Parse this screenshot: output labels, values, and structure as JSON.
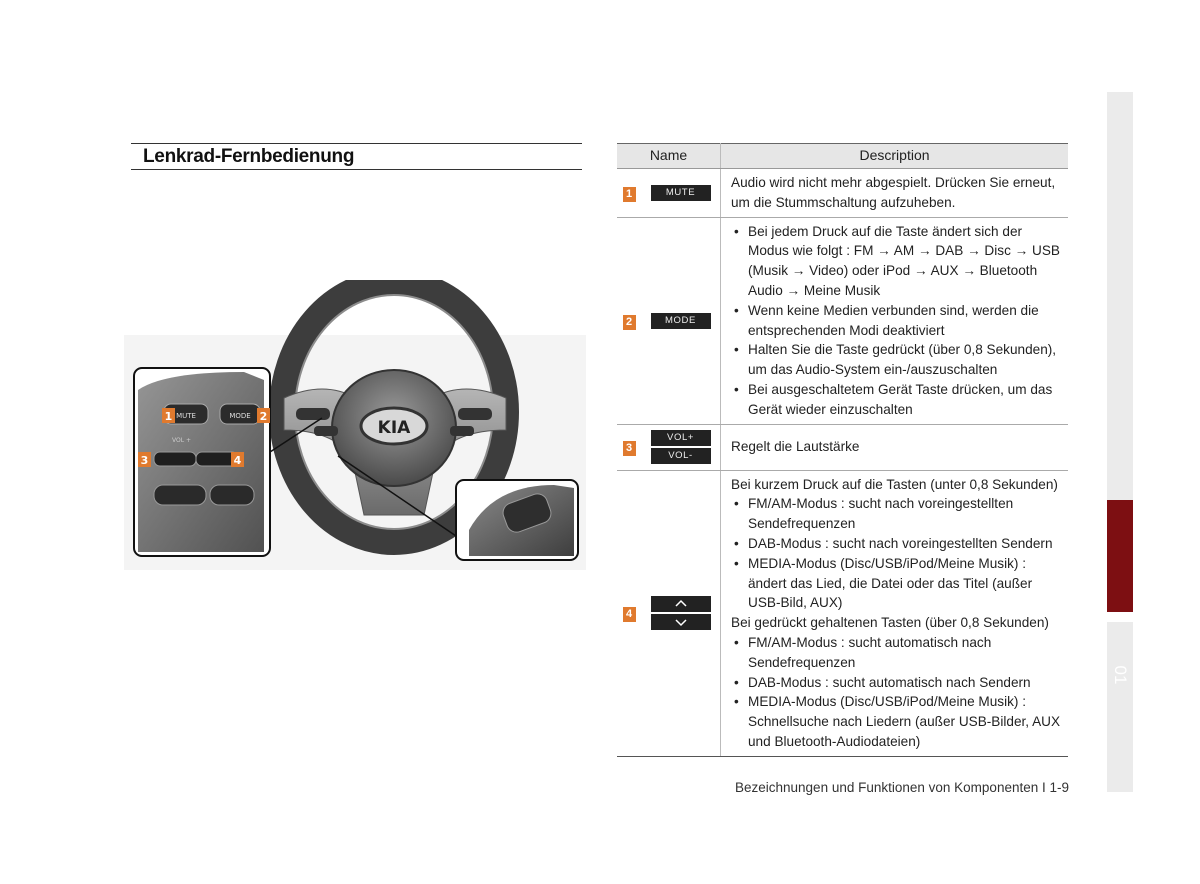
{
  "heading": {
    "title": "Lenkrad-Fernbedienung"
  },
  "figure": {
    "callouts": {
      "c1": "1",
      "c2": "2",
      "c3": "3",
      "c4": "4"
    },
    "labels": {
      "mute": "MUTE",
      "mode": "MODE",
      "vol": "VOL +",
      "logo": "KIA"
    }
  },
  "table": {
    "headers": {
      "name": "Name",
      "description": "Description"
    },
    "rows": [
      {
        "num": "1",
        "keys": [
          "MUTE"
        ],
        "text": "Audio wird nicht mehr abgespielt. Drücken Sie erneut, um die Stummschaltung aufzuheben."
      },
      {
        "num": "2",
        "keys": [
          "MODE"
        ],
        "bullets": [
          "Bei jedem Druck auf die Taste ändert sich der Modus wie folgt : FM → AM → DAB → Disc → USB (Musik → Video) oder iPod → AUX → Bluetooth Audio → Meine Musik",
          "Wenn keine Medien verbunden sind, werden die entsprechenden Modi deaktiviert",
          "Halten Sie die Taste gedrückt (über 0,8 Sekunden), um das Audio-System ein-/auszuschalten",
          "Bei ausgeschaltetem Gerät Taste drücken, um das Gerät wieder einzuschalten"
        ]
      },
      {
        "num": "3",
        "keys": [
          "VOL+",
          "VOL-"
        ],
        "text": "Regelt die Lautstärke"
      },
      {
        "num": "4",
        "keys": [
          "up-chevron-icon",
          "down-chevron-icon"
        ],
        "intro_short": "Bei kurzem Druck auf die Tasten (unter 0,8 Sekunden)",
        "bullets_short": [
          "FM/AM-Modus : sucht nach voreingestellten Sendefrequenzen",
          "DAB-Modus : sucht nach voreingestellten Sendern",
          "MEDIA-Modus (Disc/USB/iPod/Meine Musik) : ändert das Lied, die Datei oder das Titel (außer USB-Bild, AUX)"
        ],
        "intro_long": "Bei gedrückt gehaltenen Tasten (über 0,8 Sekunden)",
        "bullets_long": [
          "FM/AM-Modus : sucht automatisch nach Sendefrequenzen",
          "DAB-Modus : sucht automatisch nach Sendern",
          "MEDIA-Modus (Disc/USB/iPod/Meine Musik) : Schnellsuche nach Liedern (außer USB-Bilder, AUX und Bluetooth-Audiodateien)"
        ]
      }
    ]
  },
  "footer": {
    "text": "Bezeichnungen und Funktionen von Komponenten I 1-9"
  },
  "side_tab": {
    "chapter": "01"
  },
  "colors": {
    "callout": "#e07a2e",
    "chapter_tab": "#7d0f12"
  }
}
